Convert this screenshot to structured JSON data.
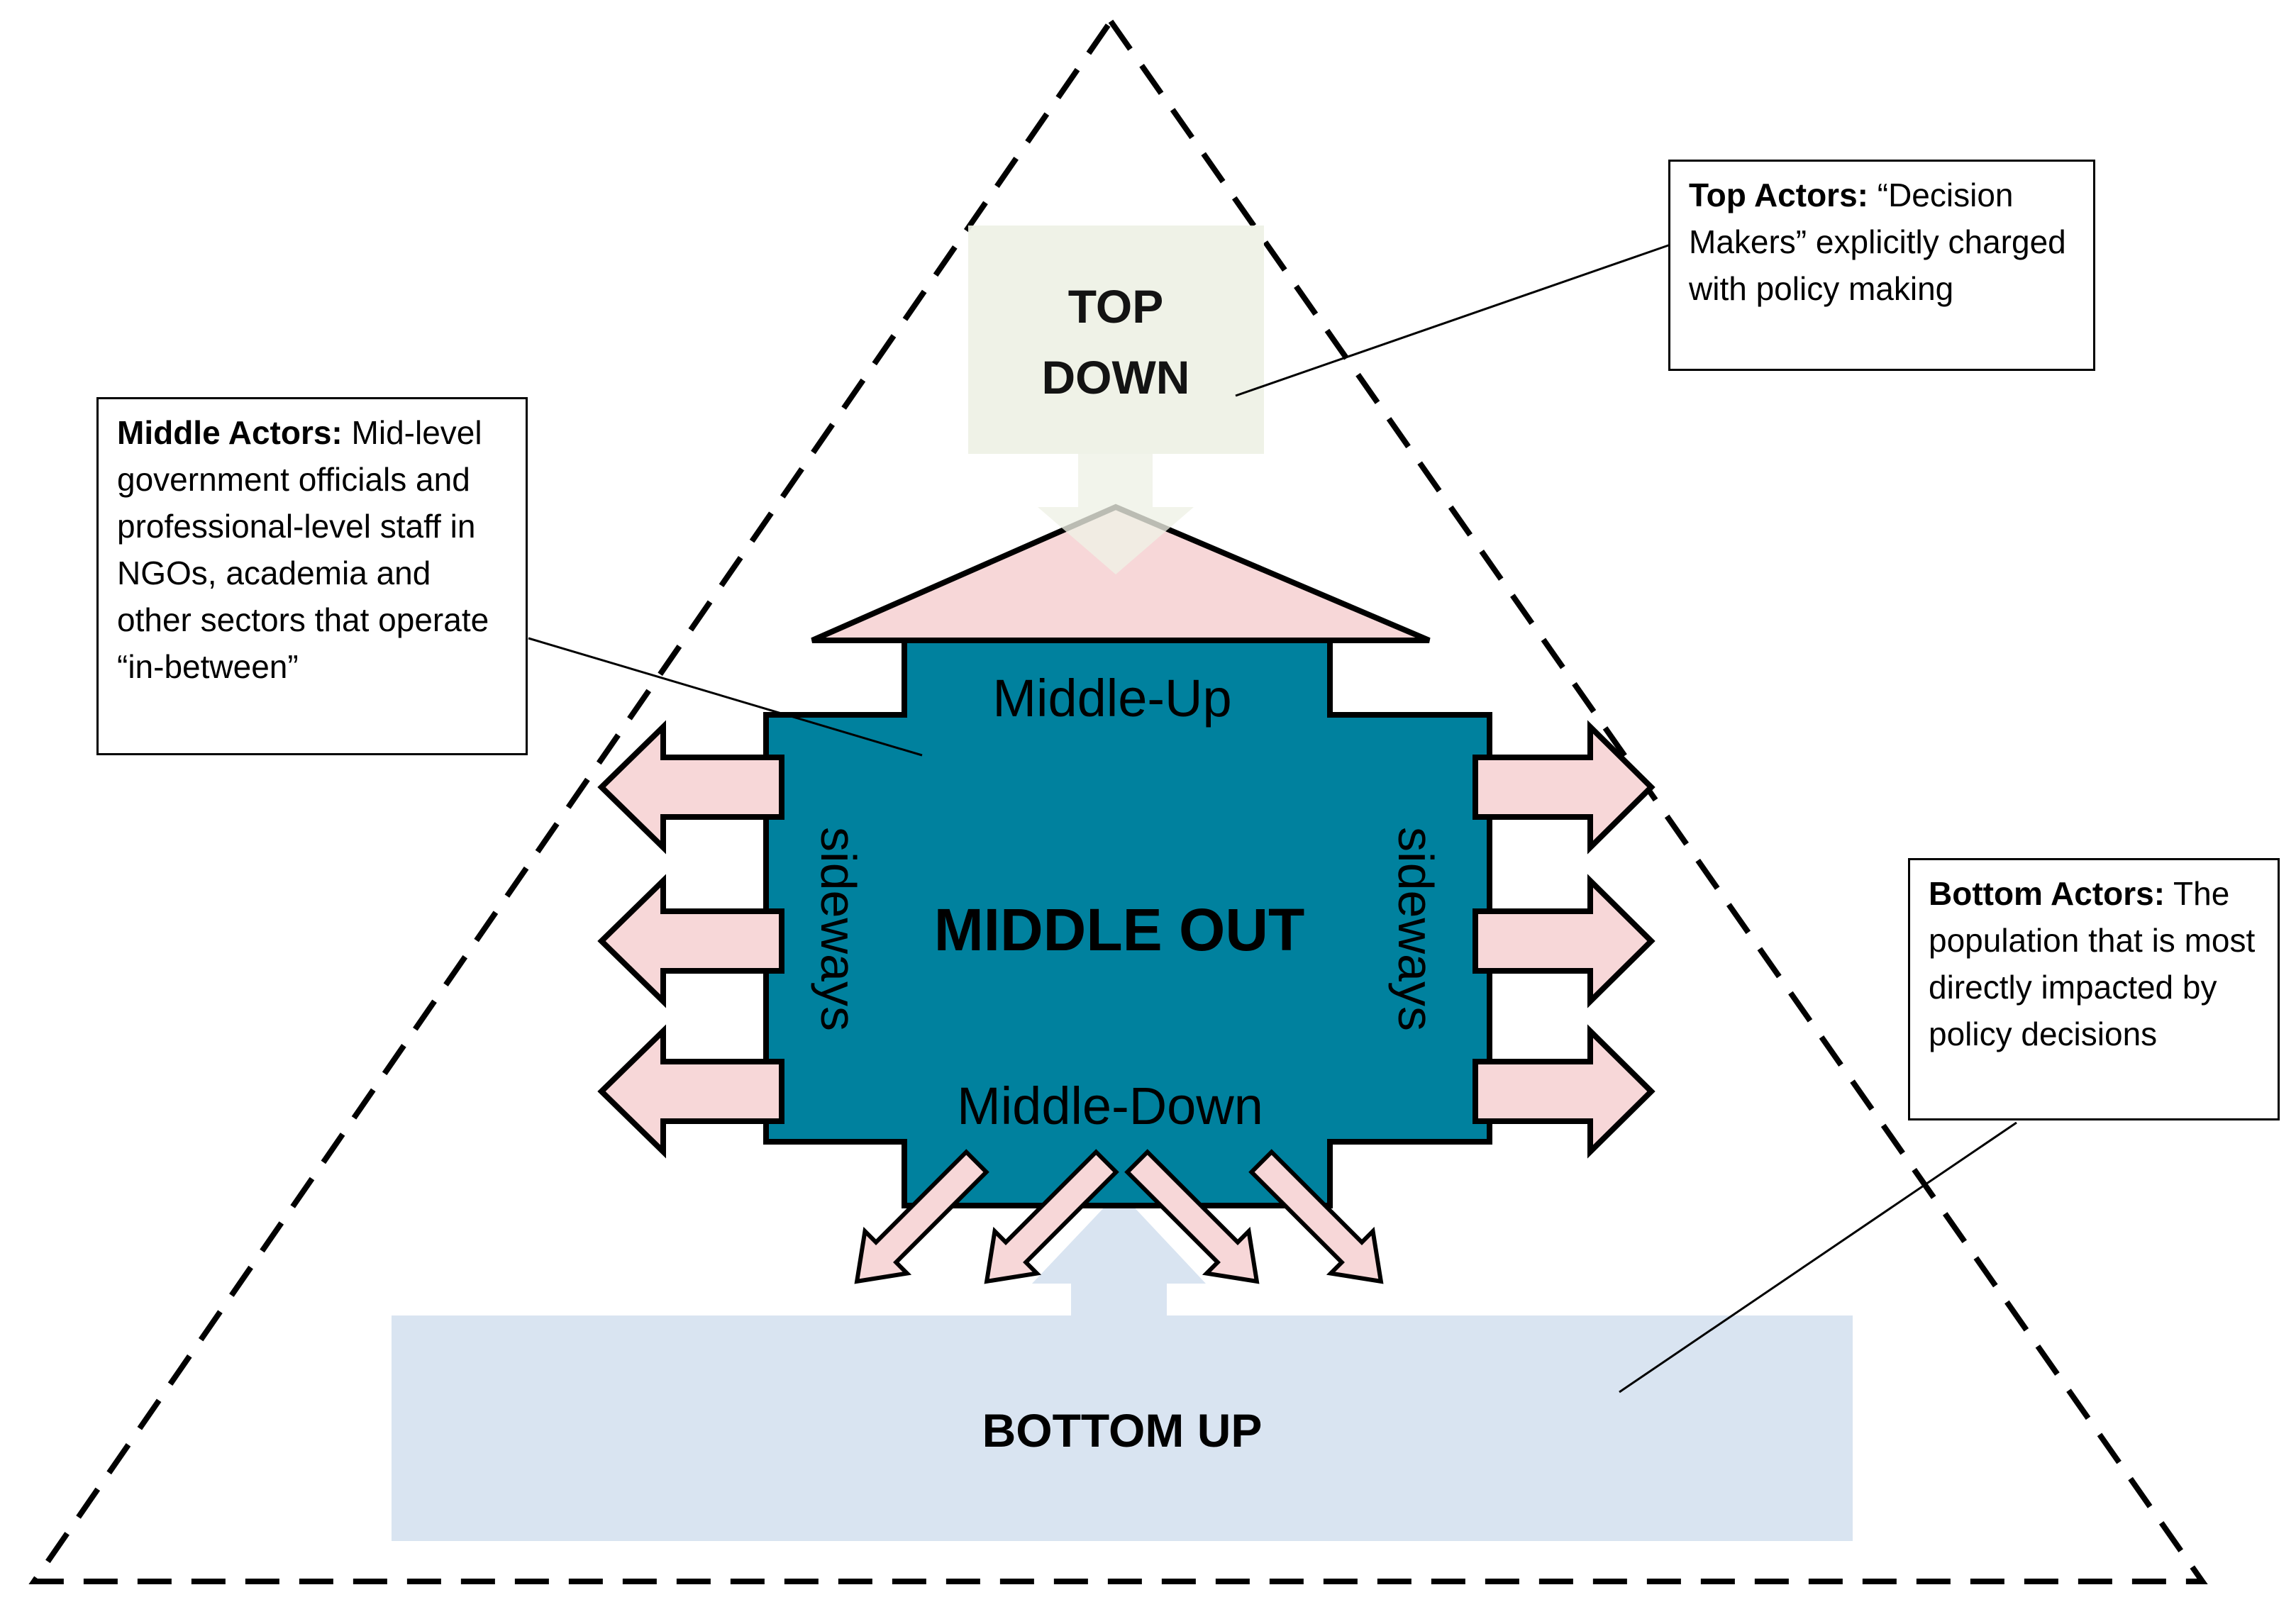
{
  "diagram": {
    "top_label_line1": "TOP",
    "top_label_line2": "DOWN",
    "middle_up_label": "Middle-Up",
    "middle_out_label": "MIDDLE OUT",
    "middle_down_label": "Middle-Down",
    "sideways_left_label": "sideways",
    "sideways_right_label": "sideways",
    "bottom_label": "BOTTOM UP"
  },
  "callouts": {
    "top": {
      "title": "Top Actors:",
      "text": " “Decision Makers” explicitly charged with policy making"
    },
    "middle": {
      "title": "Middle Actors:",
      "text": " Mid-level government officials and professional-level staff in NGOs, academia and other sectors that operate “in-between”"
    },
    "bottom": {
      "title": "Bottom Actors:",
      "text": " The population that is most directly impacted by policy decisions"
    }
  },
  "colors": {
    "top_fill": "#eef1e5",
    "middle_fill": "#00819e",
    "arrow_fill": "#f7d7d8",
    "bottom_fill": "#d9e4f1",
    "outline": "#000000"
  }
}
